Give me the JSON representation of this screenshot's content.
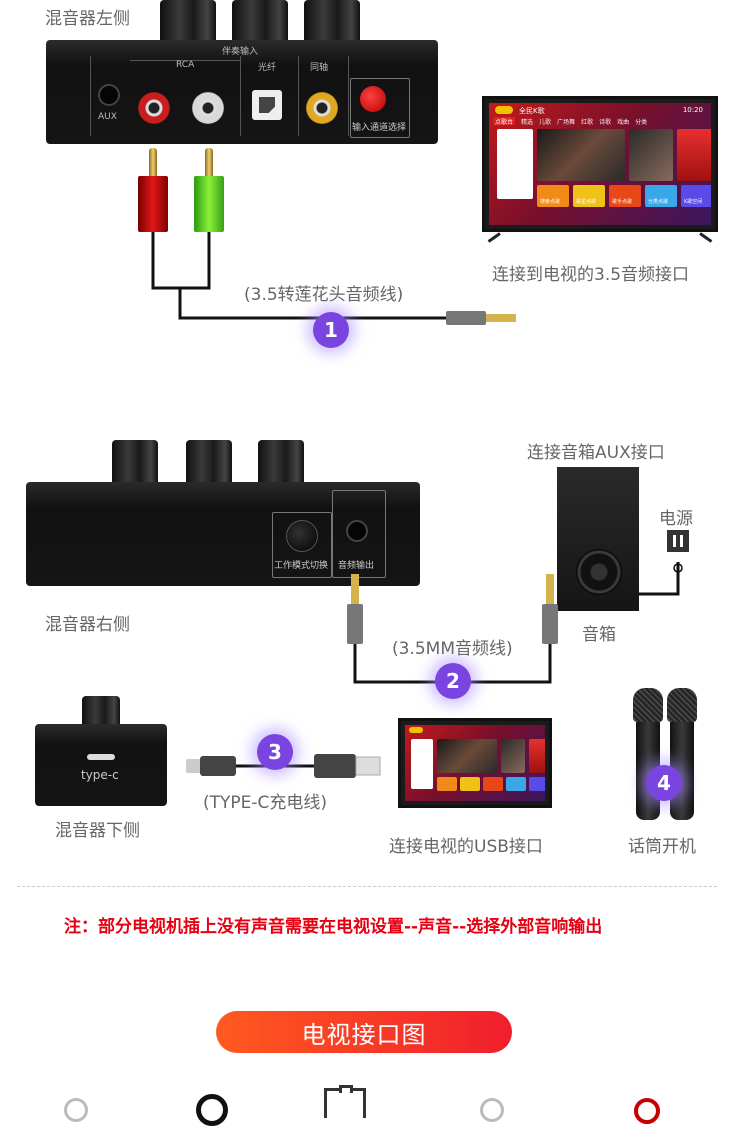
{
  "labels": {
    "mixer_left": "混音器左侧",
    "mixer_right": "混音器右侧",
    "mixer_bottom": "混音器下侧",
    "tv_35": "连接到电视的3.5音频接口",
    "cable_1": "(3.5转莲花头音频线)",
    "speaker_aux": "连接音箱AUX接口",
    "power": "电源",
    "speaker": "音箱",
    "cable_2": "(3.5MM音频线)",
    "cable_3": "(TYPE-C充电线)",
    "tv_usb": "连接电视的USB接口",
    "mic_on": "话筒开机"
  },
  "device_labels": {
    "accompaniment_input": "伴奏输入",
    "rca": "RCA",
    "optical": "光纤",
    "coaxial": "同轴",
    "aux": "AUX",
    "input_select": "输入通道选择",
    "mode_switch": "工作模式切换",
    "audio_out": "音频输出",
    "type_c": "type-c"
  },
  "tv_ui": {
    "brand": "全民K歌",
    "tabs": [
      "点歌台",
      "精选",
      "儿歌",
      "广场舞",
      "红歌",
      "诗歌",
      "戏曲",
      "分类"
    ],
    "tiles": [
      "搜索点歌",
      "歌星点歌",
      "歌手点歌",
      "分类点歌",
      "K歌空间"
    ],
    "time": "10:20"
  },
  "steps": [
    "1",
    "2",
    "3",
    "4"
  ],
  "note": "注：部分电视机插上没有声音需要在电视设置--声音--选择外部音响输出",
  "section_title": "电视接口图",
  "colors": {
    "accent": "#7a44e0",
    "note_red": "#e60012",
    "pill_start": "#ff5a1f",
    "pill_end": "#f01e2c"
  }
}
